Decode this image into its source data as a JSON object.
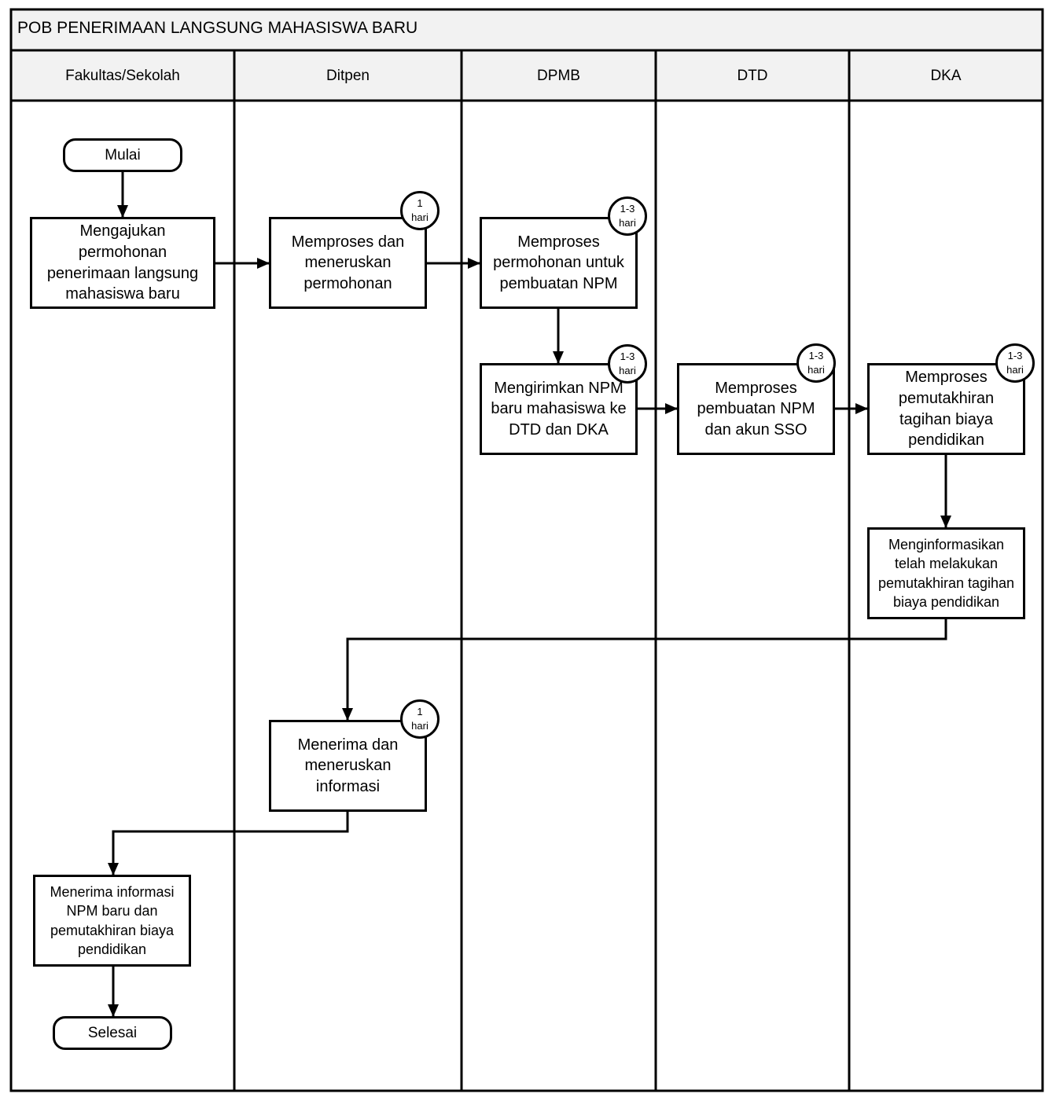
{
  "title": "POB PENERIMAAN LANGSUNG MAHASISWA BARU",
  "lanes": [
    "Fakultas/Sekolah",
    "Ditpen",
    "DPMB",
    "DTD",
    "DKA"
  ],
  "colors": {
    "header_bg": "#f2f2f2",
    "line": "#000000",
    "box_bg": "#ffffff"
  },
  "nodes": {
    "start": "Mulai",
    "submit": "Mengajukan permohonan penerimaan langsung mahasiswa baru",
    "ditpen_process": "Memproses dan meneruskan permohonan",
    "dpmb_process": "Memproses permohonan untuk pembuatan NPM",
    "dpmb_send": "Mengirimkan NPM baru mahasiswa  ke DTD dan DKA",
    "dtd_process": "Memproses pembuatan NPM dan akun SSO",
    "dka_process": "Memproses pemutakhiran tagihan biaya pendidikan",
    "dka_inform": "Menginformasikan telah melakukan pemutakhiran tagihan biaya pendidikan",
    "ditpen_forward": "Menerima dan meneruskan informasi",
    "fakultas_receive": "Menerima informasi NPM baru dan pemutakhiran biaya pendidikan",
    "end": "Selesai"
  },
  "durations": {
    "ditpen_process": {
      "value": "1",
      "unit": "hari"
    },
    "dpmb_process": {
      "value": "1-3",
      "unit": "hari"
    },
    "dpmb_send": {
      "value": "1-3",
      "unit": "hari"
    },
    "dtd_process": {
      "value": "1-3",
      "unit": "hari"
    },
    "dka_process": {
      "value": "1-3",
      "unit": "hari"
    },
    "ditpen_forward": {
      "value": "1",
      "unit": "hari"
    }
  }
}
